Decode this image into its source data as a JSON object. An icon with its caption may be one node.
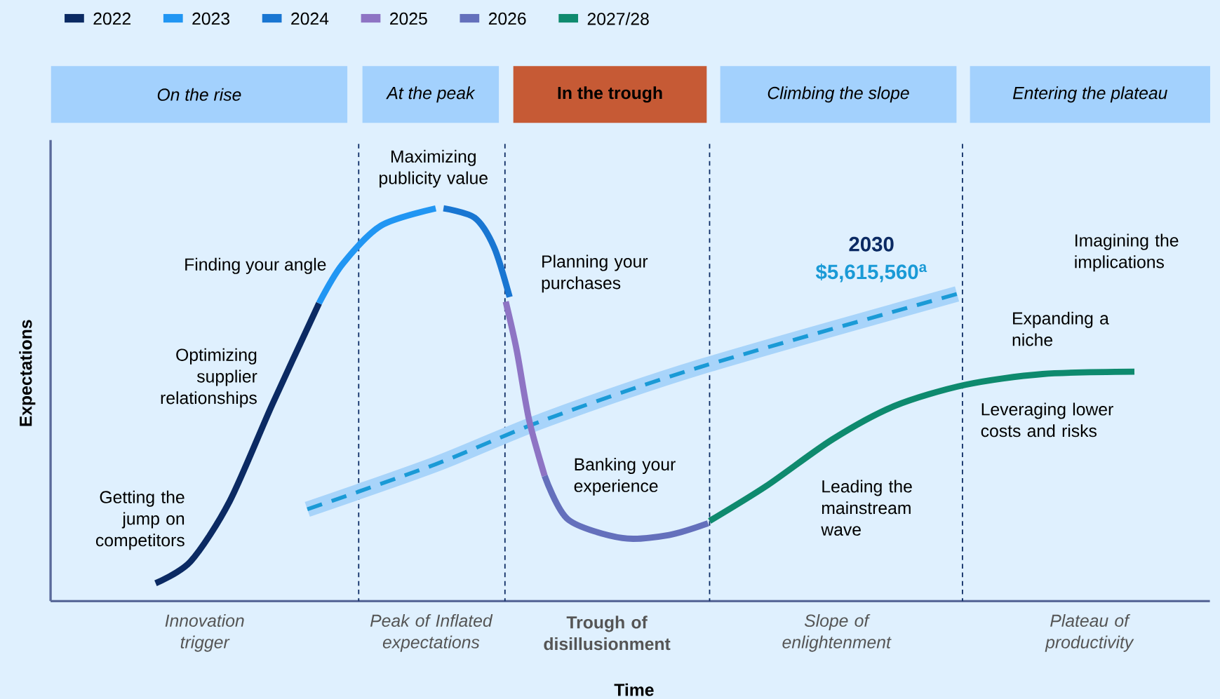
{
  "diagram": {
    "nodes": [
      {
        "text": [
          "On the rise"
        ]
      },
      {
        "text": [
          "At the peak"
        ]
      },
      {
        "text": [
          "In the trough"
        ]
      },
      {
        "text": [
          "Climbing the slope"
        ]
      },
      {
        "text": [
          "Entering the plateau"
        ]
      }
    ],
    "labels": [
      "Maximizing publicity value",
      "2030",
      "$5,615,560$^{a}$",
      "Imagining the implications",
      "Finding your angle",
      "Planning your purchases",
      "Expanding a niche",
      "Optimizing supplier relationships",
      "Leveraging lower costs and risks",
      "Banking your experience",
      "Getting the jump on competitors",
      "Leading the mainstream wave",
      "Expectations",
      "Innovation trigger",
      "Peak of Inflated expectations",
      "Trough of disillusionment",
      "Slope of enlightenment",
      "Plateau of productivity",
      "Time"
    ],
    "legend": [
      {
        "text": "2022",
        "color": "#0b2a63"
      },
      {
        "text": "2023",
        "color": "#2196f3"
      },
      {
        "text": "2024",
        "color": "#1976d2"
      },
      {
        "text": "2025",
        "color": "#8e74c4"
      },
      {
        "text": "2026",
        "color": "#6470bc"
      },
      {
        "text": "2027/28",
        "color": "#0e8a6e"
      }
    ]
  }
}
